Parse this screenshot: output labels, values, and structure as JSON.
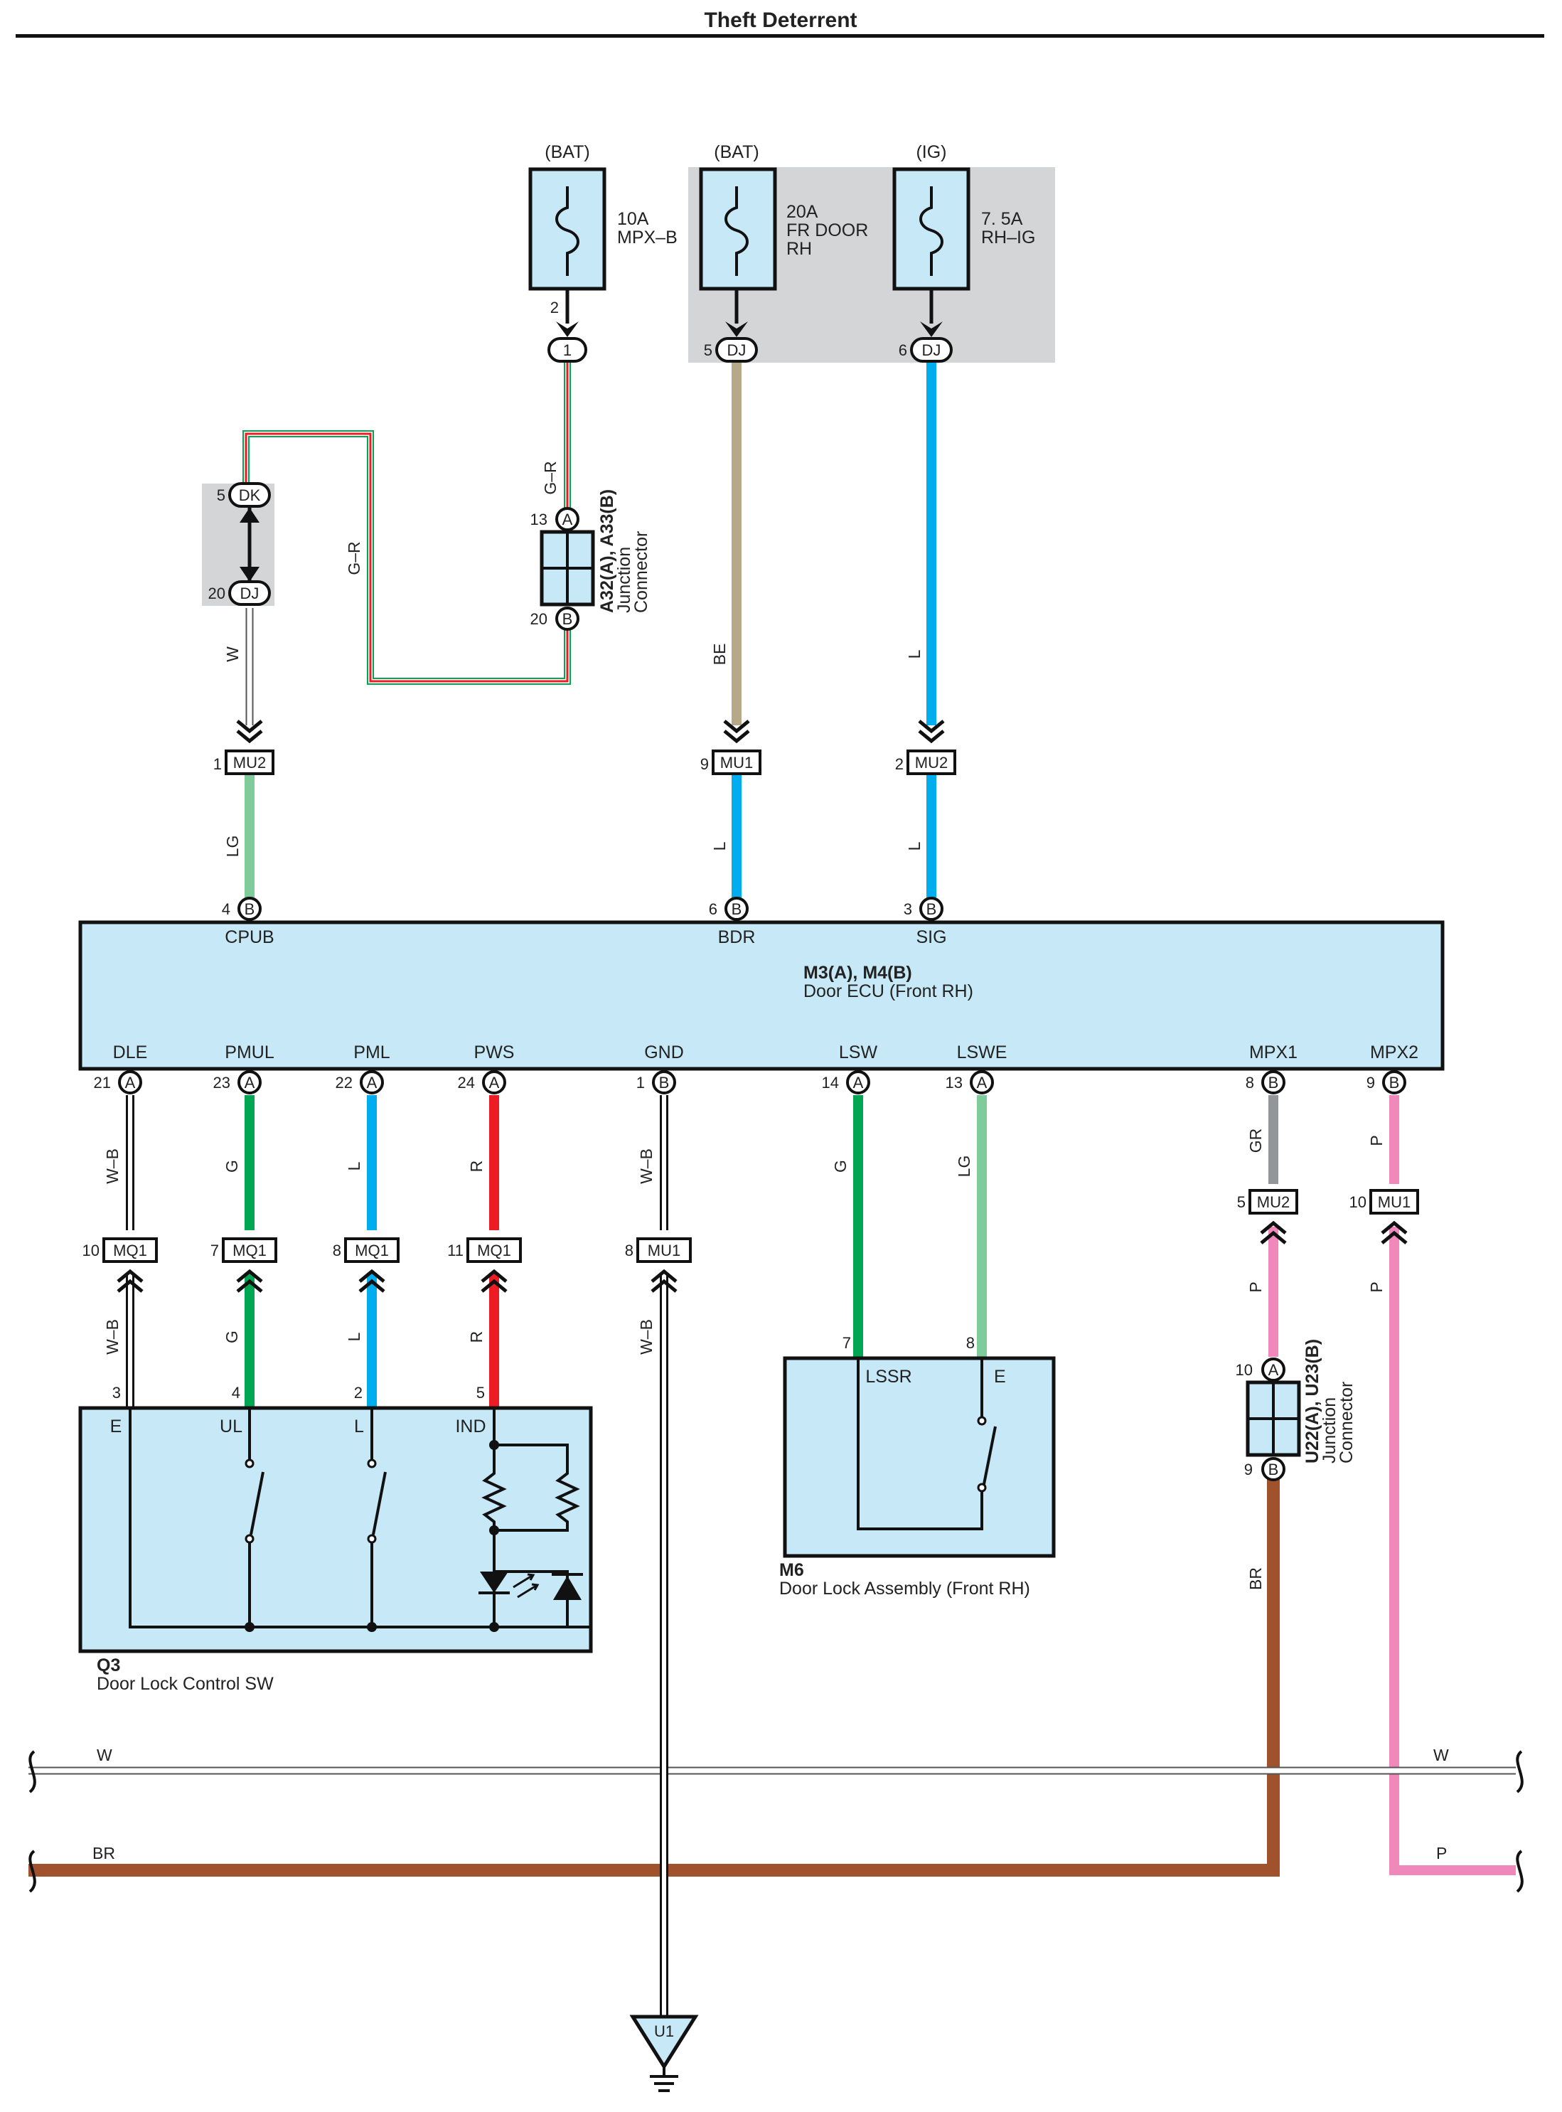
{
  "title": "Theft Deterrent",
  "colors": {
    "gr_green": "#00a651",
    "red": "#ed1c24",
    "tan": "#b8a88a",
    "blue": "#00aeef",
    "lightgreen": "#7fcc9a",
    "gray": "#939598",
    "pink": "#f088bc",
    "brown": "#a0522d",
    "box_fill": "#c6e8f7",
    "shade": "#d4d5d7"
  },
  "fuses": [
    {
      "supply": "(BAT)",
      "rating": "10A",
      "name1": "MPX–B",
      "name2": ""
    },
    {
      "supply": "(BAT)",
      "rating": "20A",
      "name1": "FR DOOR",
      "name2": "RH"
    },
    {
      "supply": "(IG)",
      "rating": "7. 5A",
      "name1": "RH–IG",
      "name2": ""
    }
  ],
  "connectors": {
    "c1": {
      "pin": "2",
      "id": "1"
    },
    "dj5": {
      "pin": "5",
      "id": "DJ"
    },
    "dj6": {
      "pin": "6",
      "id": "DJ"
    },
    "dk": {
      "pin": "5",
      "id": "DK"
    },
    "dj20": {
      "pin": "20",
      "id": "DJ"
    },
    "mu2_1": {
      "pin": "1",
      "id": "MU2"
    },
    "mu1_9": {
      "pin": "9",
      "id": "MU1"
    },
    "mu2_2": {
      "pin": "2",
      "id": "MU2"
    },
    "mq1_10": {
      "pin": "10",
      "id": "MQ1"
    },
    "mq1_7": {
      "pin": "7",
      "id": "MQ1"
    },
    "mq1_8": {
      "pin": "8",
      "id": "MQ1"
    },
    "mq1_11": {
      "pin": "11",
      "id": "MQ1"
    },
    "mu1_8": {
      "pin": "8",
      "id": "MU1"
    },
    "mu2_5": {
      "pin": "5",
      "id": "MU2"
    },
    "mu1_10": {
      "pin": "10",
      "id": "MU1"
    }
  },
  "junction1": {
    "pin_a": "13",
    "letter_a": "A",
    "pin_b": "20",
    "letter_b": "B",
    "name": "A32(A), A33(B)",
    "line1": "Junction",
    "line2": "Connector"
  },
  "junction2": {
    "pin_a": "10",
    "letter_a": "A",
    "pin_b": "9",
    "letter_b": "B",
    "name": "U22(A), U23(B)",
    "line1": "Junction",
    "line2": "Connector"
  },
  "wire_labels": {
    "gr_vertical": "G–R",
    "gr_loop": "G–R",
    "be": "BE",
    "l_top": "L",
    "w": "W",
    "lg": "LG",
    "l_bdr": "L",
    "l_sig": "L",
    "wb_dle": "W–B",
    "g_pmul": "G",
    "l_pml": "L",
    "r_pws": "R",
    "wb_gnd": "W–B",
    "g_lsw": "G",
    "lg_lswe": "LG",
    "gr_mpx1": "GR",
    "p_mpx2": "P",
    "wb_dle2": "W–B",
    "g_pmul2": "G",
    "l_pml2": "L",
    "r_pws2": "R",
    "wb_gnd2": "W–B",
    "p_mpx1b": "P",
    "p_mpx2b": "P",
    "br_mpx1": "BR",
    "w_bus_left": "W",
    "w_bus_right": "W",
    "br_bus": "BR",
    "p_bus": "P"
  },
  "ecu": {
    "name": "M3(A), M4(B)",
    "desc": "Door ECU (Front RH)",
    "top_pins": [
      {
        "label": "CPUB",
        "pin": "4",
        "letter": "B"
      },
      {
        "label": "BDR",
        "pin": "6",
        "letter": "B"
      },
      {
        "label": "SIG",
        "pin": "3",
        "letter": "B"
      }
    ],
    "bottom_pins": [
      {
        "label": "DLE",
        "pin": "21",
        "letter": "A"
      },
      {
        "label": "PMUL",
        "pin": "23",
        "letter": "A"
      },
      {
        "label": "PML",
        "pin": "22",
        "letter": "A"
      },
      {
        "label": "PWS",
        "pin": "24",
        "letter": "A"
      },
      {
        "label": "GND",
        "pin": "1",
        "letter": "B"
      },
      {
        "label": "LSW",
        "pin": "14",
        "letter": "A"
      },
      {
        "label": "LSWE",
        "pin": "13",
        "letter": "A"
      },
      {
        "label": "MPX1",
        "pin": "8",
        "letter": "B"
      },
      {
        "label": "MPX2",
        "pin": "9",
        "letter": "B"
      }
    ]
  },
  "q3": {
    "id": "Q3",
    "desc": "Door Lock Control SW",
    "terminals": [
      {
        "label": "E",
        "pin": "3"
      },
      {
        "label": "UL",
        "pin": "4"
      },
      {
        "label": "L",
        "pin": "2"
      },
      {
        "label": "IND",
        "pin": "5"
      }
    ]
  },
  "m6": {
    "id": "M6",
    "desc": "Door Lock Assembly (Front RH)",
    "terminals": [
      {
        "label": "LSSR",
        "pin": "7"
      },
      {
        "label": "E",
        "pin": "8"
      }
    ]
  },
  "ground": {
    "id": "U1"
  }
}
